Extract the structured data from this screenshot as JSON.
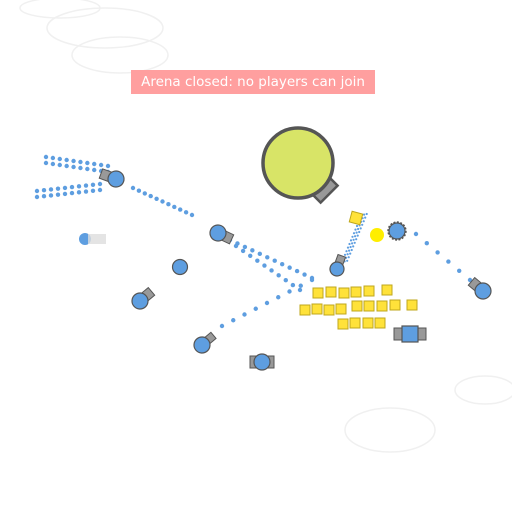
{
  "game": {
    "notice": "Arena closed: no players can join",
    "notice_color": "#ff9f9f",
    "colors": {
      "background": "#ffffff",
      "player_body": "#5e9ee0",
      "bullet": "#5e9ee0",
      "barrel": "#999999",
      "outline": "#555555",
      "boss_body": "#d8e467",
      "square": "#ffe23a",
      "square_outline": "#bfa71c",
      "cloud": "#f0f0f0"
    },
    "entities": {
      "boss": "boss-tank",
      "tanks": "player-tank",
      "shapes": "square-shape",
      "bullets": "bullet",
      "clouds": "background-cloud"
    }
  }
}
